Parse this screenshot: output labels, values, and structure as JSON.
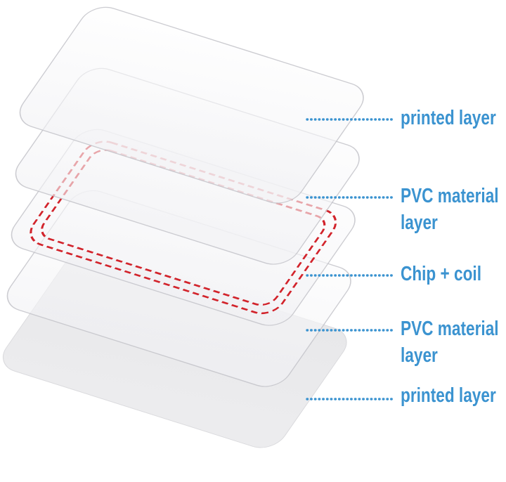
{
  "colors": {
    "accent-blue": "#3b93d0",
    "coil-red": "#d2232b",
    "card-stroke": "#c3c3c9",
    "gray-card-fill": "#e9e9eb",
    "background": "#ffffff"
  },
  "figure": {
    "kind": "card-layer-stack-diagram",
    "layers": [
      {
        "id": "printed-top",
        "label": "printed layer",
        "lines": [
          "printed layer"
        ],
        "appearance": "translucent-white-sheet"
      },
      {
        "id": "pvc-top",
        "label": "PVC material layer",
        "lines": [
          "PVC material",
          "layer"
        ],
        "appearance": "translucent-white-sheet"
      },
      {
        "id": "chip-coil",
        "label": "Chip + coil",
        "lines": [
          "Chip + coil"
        ],
        "appearance": "red-dashed-coil-outline"
      },
      {
        "id": "pvc-bottom",
        "label": "PVC material layer",
        "lines": [
          "PVC material",
          "layer"
        ],
        "appearance": "translucent-white-sheet"
      },
      {
        "id": "printed-bottom",
        "label": "printed layer",
        "lines": [
          "printed layer"
        ],
        "appearance": "solid-gray-sheet"
      }
    ]
  }
}
